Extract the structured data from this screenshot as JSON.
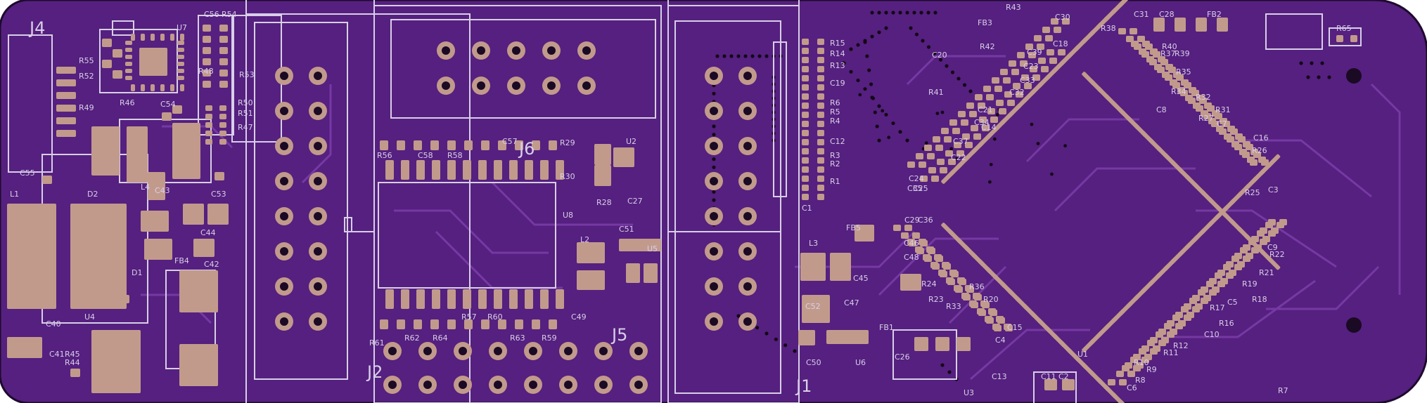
{
  "board": {
    "colors": {
      "outline": "#1e0a2e",
      "solder_mask": "#55207f",
      "copper": "#6a2f96",
      "trace": "#7a3ca8",
      "pad": "#c29a8c",
      "drill": "#1a0a24",
      "silkscreen": "#d8cfe8",
      "via": "#140818"
    },
    "connectors": {
      "j1": "J1",
      "j2": "J2",
      "j4": "J4",
      "j5": "J5",
      "j6": "J6"
    },
    "labels": [
      "C56",
      "R54",
      "U7",
      "R55",
      "R52",
      "R49",
      "R46",
      "C54",
      "R48",
      "R53",
      "R50",
      "R51",
      "R47",
      "C55",
      "L1",
      "D2",
      "L4",
      "C43",
      "C53",
      "C44",
      "C42",
      "FB4",
      "D1",
      "C40",
      "U4",
      "C41",
      "R45",
      "R44",
      "R56",
      "C58",
      "R58",
      "C57",
      "R29",
      "U2",
      "R30",
      "R28",
      "C27",
      "U8",
      "L2",
      "C51",
      "U5",
      "C49",
      "R57",
      "R60",
      "R61",
      "R62",
      "R64",
      "R63",
      "R59",
      "R15",
      "R14",
      "R13",
      "C19",
      "R6",
      "R5",
      "R4",
      "C12",
      "R3",
      "R2",
      "R1",
      "C1",
      "L3",
      "FB5",
      "C45",
      "C47",
      "C52",
      "C50",
      "U6",
      "FB1",
      "R43",
      "C30",
      "FB3",
      "C18",
      "R42",
      "C20",
      "C23",
      "C39",
      "R41",
      "C33",
      "C32",
      "C21",
      "C34",
      "C37",
      "C14",
      "C22",
      "C24",
      "C25",
      "C35",
      "C29",
      "C36",
      "C46",
      "C48",
      "R24",
      "R23",
      "R36",
      "R20",
      "R33",
      "C15",
      "C4",
      "C26",
      "U3",
      "C13",
      "C11",
      "C2",
      "U1",
      "R38",
      "C31",
      "C28",
      "FB2",
      "R65",
      "R40",
      "R37",
      "R39",
      "R35",
      "R34",
      "R32",
      "C8",
      "R31",
      "R27",
      "C7",
      "C16",
      "R26",
      "R25",
      "C3",
      "C9",
      "R22",
      "R21",
      "R19",
      "R18",
      "C5",
      "R17",
      "R16",
      "C10",
      "R12",
      "R11",
      "R10",
      "R9",
      "R8",
      "C6",
      "R7"
    ]
  }
}
